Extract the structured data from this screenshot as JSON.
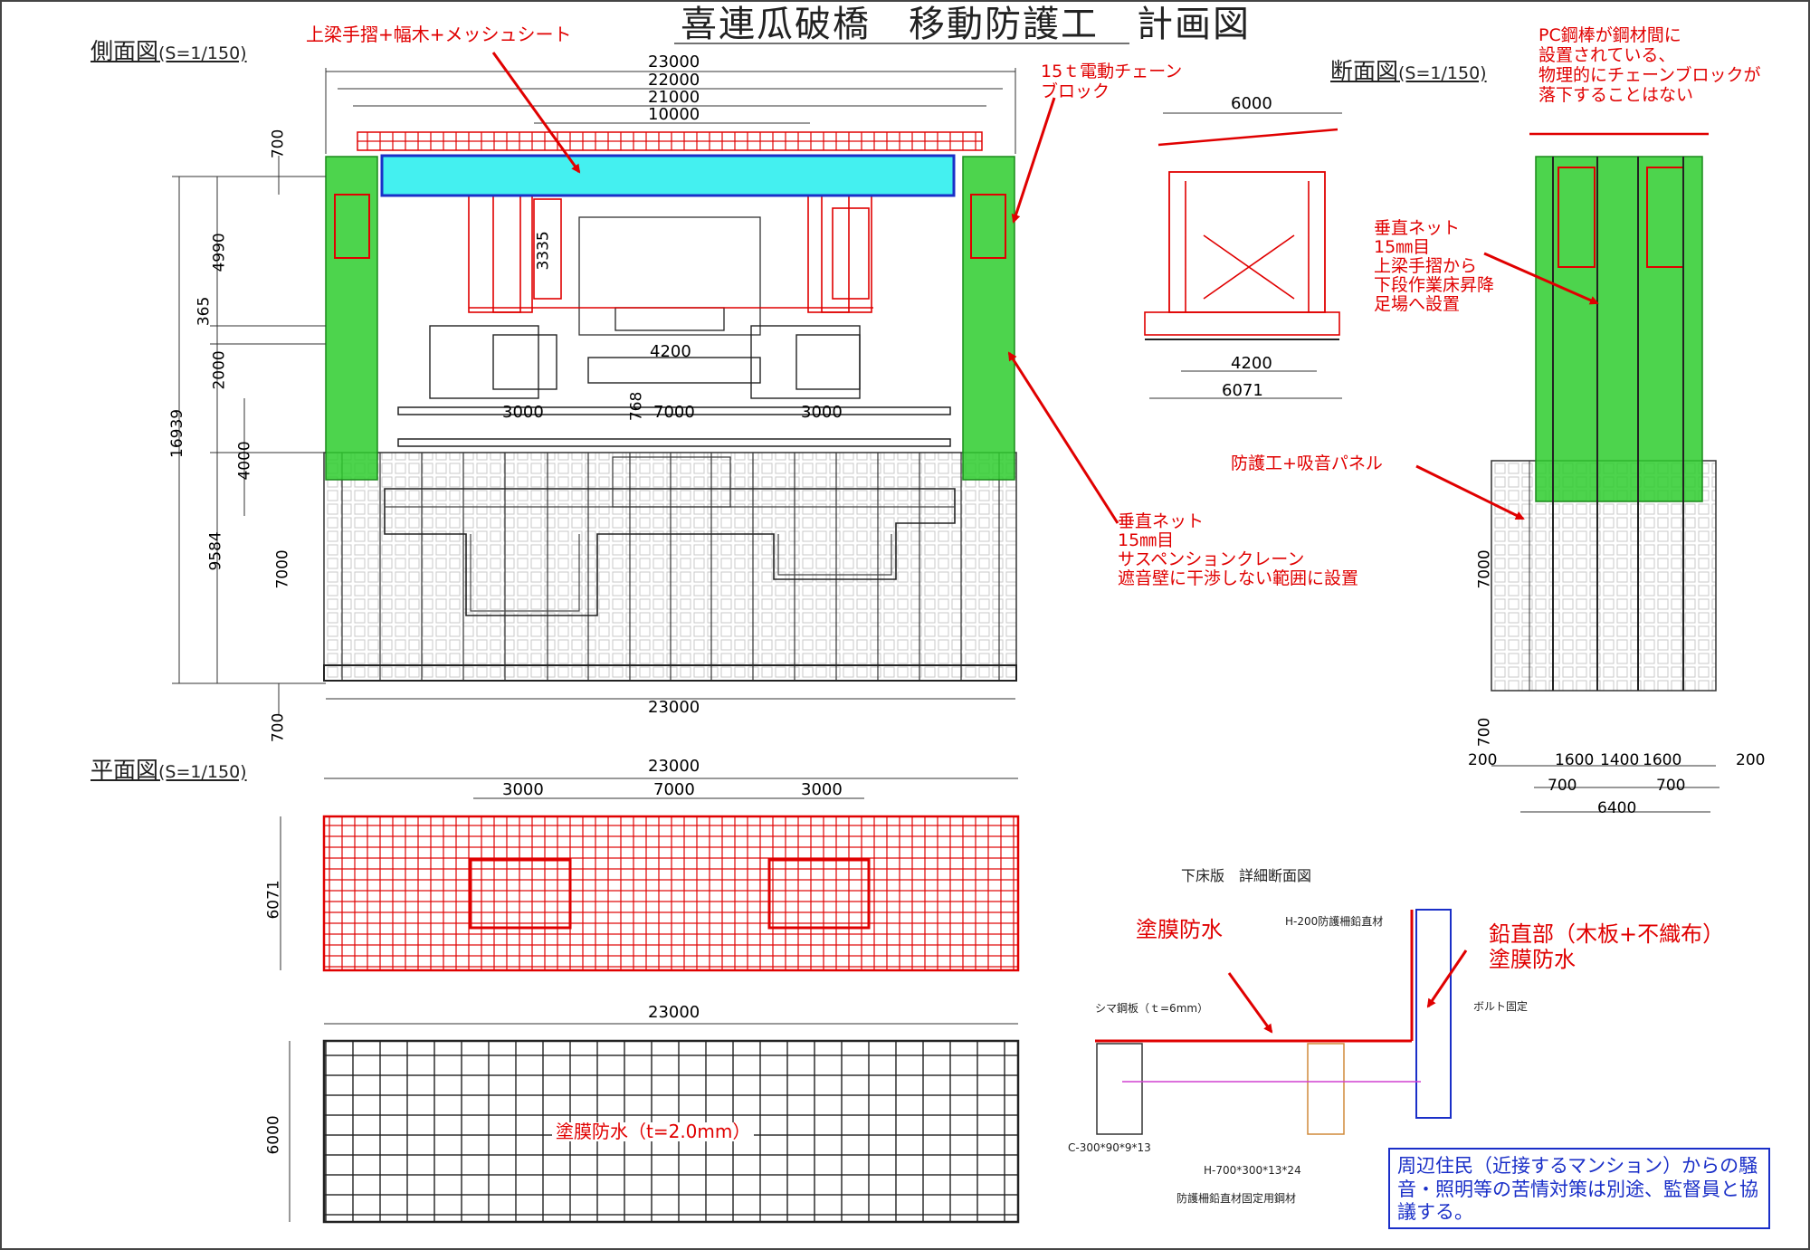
{
  "title": "喜連瓜破橋　移動防護工　計画図",
  "sections": {
    "side": {
      "name": "側面図",
      "scale": "(S=1/150)"
    },
    "section": {
      "name": "断面図",
      "scale": "(S=1/150)"
    },
    "plan": {
      "name": "平面図",
      "scale": "(S=1/150)"
    },
    "detail": {
      "name": "下床版　詳細断面図"
    }
  },
  "notes": {
    "handrail": "上梁手摺+幅木+メッシュシート",
    "chain_block": [
      "15ｔ電動チェーン",
      "ブロック"
    ],
    "pc_bar": [
      "PC鋼棒が鋼材間に",
      "設置されている、",
      "物理的にチェーンブロックが",
      "落下することはない"
    ],
    "net_upper": [
      "垂直ネット",
      "15㎜目",
      "上梁手摺から",
      "下段作業床昇降",
      "足場へ設置"
    ],
    "panel": "防護工+吸音パネル",
    "net_lower": [
      "垂直ネット",
      "15㎜目",
      "サスペンションクレーン",
      "遮音壁に干渉しない範囲に設置"
    ],
    "coating": "塗膜防水",
    "vertical": [
      "鉛直部（木板+不織布）",
      "塗膜防水"
    ],
    "plan_coating": "塗膜防水（t=2.0mm）",
    "residents": "周辺住民（近接するマンション）からの騒音・照明等の苦情対策は別途、監督員と協議する。"
  },
  "side_dims": {
    "top": [
      "23000",
      "22000",
      "21000",
      "10000"
    ],
    "left": [
      "700",
      "4990",
      "365",
      "2000",
      "4000",
      "7000",
      "700",
      "16939",
      "9584"
    ],
    "inner": [
      "3335",
      "4200",
      "768",
      "3000",
      "7000",
      "3000"
    ],
    "bottom": "23000"
  },
  "section_dims": {
    "top": "6000",
    "bottom": [
      "4200",
      "6071"
    ]
  },
  "right_dims": {
    "left": [
      "7000",
      "700"
    ],
    "bottom": [
      "200",
      "1600",
      "1400",
      "1600",
      "200",
      "700",
      "700",
      "6400"
    ]
  },
  "plan_dims": {
    "upper_total": "23000",
    "upper_parts": [
      "3000",
      "7000",
      "3000"
    ],
    "upper_left": "6071",
    "lower_total": "23000",
    "lower_left": "6000"
  },
  "detail_labels": {
    "h200": "H-200防護柵鉛直材",
    "shima": "シマ鋼板（ｔ=6mm）",
    "bolt": "ボルト固定",
    "channel": "C-300*90*9*13",
    "hbeam": "H-700*300*13*24",
    "fixing": "防護柵鉛直材固定用鋼材"
  },
  "colors": {
    "red": "#e00000",
    "green": "#2ecc2e",
    "cyan": "#44f0f0",
    "blue": "#1a2fc8",
    "line": "#222222"
  }
}
